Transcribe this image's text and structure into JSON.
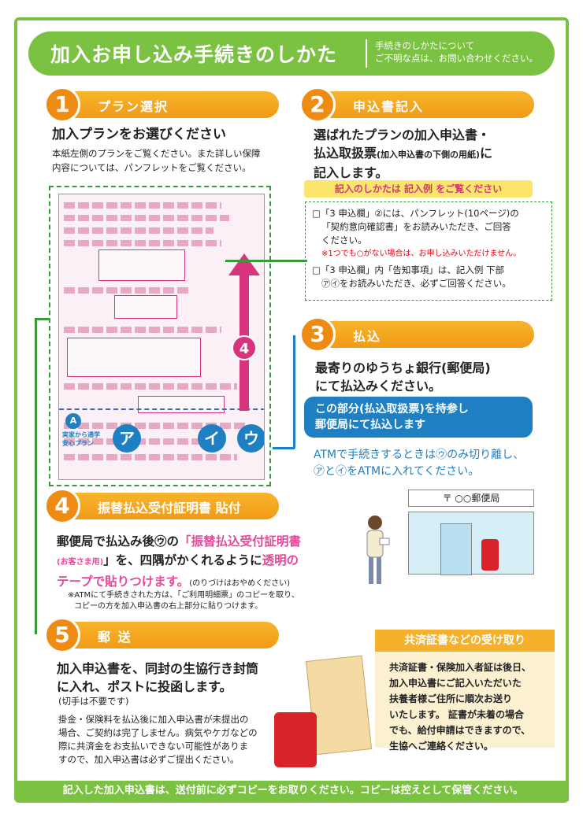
{
  "header": {
    "title": "加入お申し込み手続きのしかた",
    "note_line1": "手続きのしかたについて",
    "note_line2": "ご不明な点は、お問い合わせください。"
  },
  "step1": {
    "num": "1",
    "label": "プラン選択",
    "heading": "加入プランをお選びください",
    "body_line1": "本紙左側のプランをご覧ください。また詳しい保障",
    "body_line2": "内容については、パンフレットをご覧ください。"
  },
  "step2": {
    "num": "2",
    "label": "申込書記入",
    "heading_line1": "選ばれたプランの加入申込書・",
    "heading_line2a": "払込取扱票",
    "heading_line2_small": "(加入申込書の下側の用紙)",
    "heading_line2b": "に",
    "heading_line3": "記入します。",
    "tip": "記入のしかたは 記入例 をご覧ください",
    "check1_line1": "□「3 申込欄」②には、パンフレット(10ページ)の",
    "check1_line2": "「契約意向確認書」をお読みいただき、ご回答",
    "check1_line3": "ください。",
    "check1_note": "※1つでも○がない場合は、お申し込みいただけません。",
    "check2_line1": "□「3 申込欄」内「告知事項」は、記入例 下部",
    "check2_line2": "㋐㋑をお読みいただき、必ずご回答ください。"
  },
  "step3": {
    "num": "3",
    "label": "払込",
    "heading_line1": "最寄りのゆうちょ銀行(郵便局)",
    "heading_line2": "にて払込みください。",
    "callout_line1": "この部分(払込取扱票)を持参し",
    "callout_line2": "郵便局にて払込します",
    "atm_line1": "ATMで手続きするときは㋒のみ切り離し、",
    "atm_line2": "㋐と㋑をATMに入れてください。"
  },
  "step4": {
    "num": "4",
    "label": "振替払込受付証明書 貼付",
    "line1a": "郵便局で払込み後㋒の",
    "line1b": "「振替払込受付証明書",
    "line2a": "(お客さま用)",
    "line2b": "」を、四隅がかくれるように",
    "line2c": "透明の",
    "line3a": "テープで貼りつけます。",
    "line3b": "(のりづけはおやめください)",
    "note_line1": "※ATMにて手続きされた方は、「ご利用明細票」のコピーを取り、",
    "note_line2": "コピーの方を加入申込書の右上部分に貼りつけます。",
    "post_office_sign": "〒 ○○郵便局"
  },
  "step5": {
    "num": "5",
    "label": "郵 送",
    "heading_line1": "加入申込書を、同封の生協行き封筒",
    "heading_line2": "に入れ、ポストに投函します。",
    "stamp_note": "(切手は不要です)",
    "body_line1": "掛金・保険料を払込後に加入申込書が未提出の",
    "body_line2": "場合、ご契約は完了しません。病気やケガなどの",
    "body_line3": "際に共済金をお支払いできない可能性がありま",
    "body_line4": "すので、加入申込書は必ずご提出ください。"
  },
  "note_box": {
    "title": "共済証書などの受け取り",
    "line1": "共済証書・保険加入者証は後日、",
    "line2": "加入申込書にご記入いただいた",
    "line3": "扶養者様ご住所に順次お送り",
    "line4": "いたします。 証書が未着の場合",
    "line5": "でも、給付申請はできますので、",
    "line6": "生協へご連絡ください。"
  },
  "form_labels": {
    "a": "ア",
    "i": "イ",
    "u": "ウ",
    "four": "4",
    "slip_a": "A",
    "slip_text1": "実家から通学",
    "slip_text2": "安心プラン"
  },
  "footer": {
    "text": "記入した加入申込書は、送付前に必ずコピーをお取りください。コピーは控えとして保管ください。"
  }
}
